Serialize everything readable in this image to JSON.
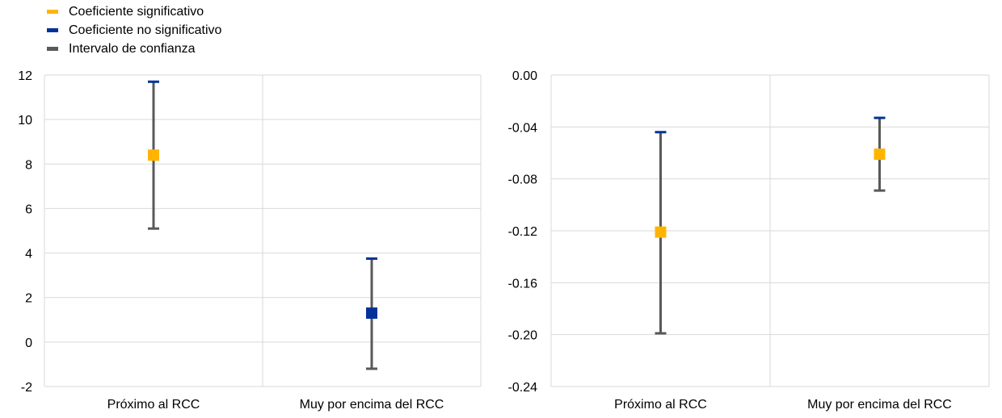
{
  "legend": {
    "significant": "Coeficiente significativo",
    "not_significant": "Coeficiente no significativo",
    "interval": "Intervalo de confianza"
  },
  "colors": {
    "significant": "#FFB400",
    "not_significant": "#003299",
    "interval": "#595959",
    "grid": "#d9d9d9",
    "cap": "#003299"
  },
  "chart_data": [
    {
      "type": "scatter",
      "title": "",
      "categories": [
        "Próximo al RCC",
        "Muy por encima del RCC"
      ],
      "ylim": [
        -2,
        12
      ],
      "yticks": [
        12,
        10,
        8,
        6,
        4,
        2,
        0,
        -2
      ],
      "ytick_labels": [
        "12",
        "10",
        "8",
        "6",
        "4",
        "2",
        "0",
        "-2"
      ],
      "points": [
        {
          "category": "Próximo al RCC",
          "value": 8.4,
          "lower": 5.1,
          "upper": 11.7,
          "significant": true
        },
        {
          "category": "Muy por encima del RCC",
          "value": 1.3,
          "lower": -1.2,
          "upper": 3.75,
          "significant": false
        }
      ],
      "grid": true
    },
    {
      "type": "scatter",
      "title": "",
      "categories": [
        "Próximo al RCC",
        "Muy por encima del RCC"
      ],
      "ylim": [
        -0.24,
        0.0
      ],
      "yticks": [
        0.0,
        -0.04,
        -0.08,
        -0.12,
        -0.16,
        -0.2,
        -0.24
      ],
      "ytick_labels": [
        "0.00",
        "-0.04",
        "-0.08",
        "-0.12",
        "-0.16",
        "-0.20",
        "-0.24"
      ],
      "points": [
        {
          "category": "Próximo al RCC",
          "value": -0.121,
          "lower": -0.199,
          "upper": -0.044,
          "significant": true
        },
        {
          "category": "Muy por encima del RCC",
          "value": -0.061,
          "lower": -0.089,
          "upper": -0.033,
          "significant": true
        }
      ],
      "grid": true
    }
  ]
}
